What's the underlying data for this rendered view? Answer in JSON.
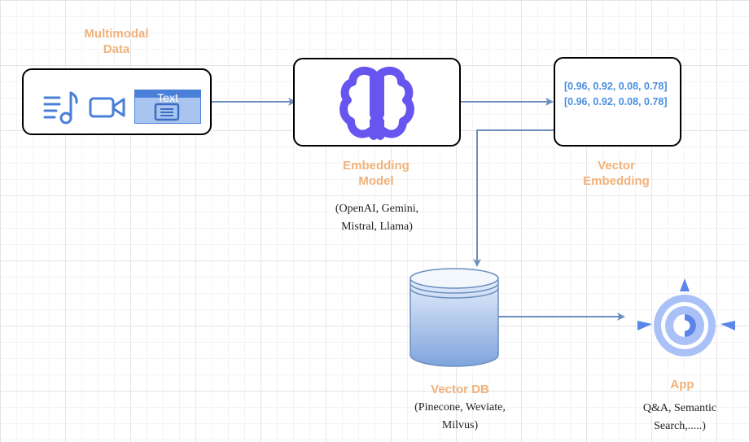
{
  "nodes": {
    "multimodal": {
      "label_line1": "Multimodal",
      "label_line2": "Data",
      "text_icon_label": "Text"
    },
    "embedding_model": {
      "label_line1": "Embedding",
      "label_line2": "Model",
      "note_line1": "(OpenAI, Gemini,",
      "note_line2": "Mistral, Llama)"
    },
    "vector_embedding": {
      "label_line1": "Vector",
      "label_line2": "Embedding",
      "vector_1": "[0.96, 0.92, 0.08, 0.78]",
      "vector_2": "[0.96, 0.92, 0.08, 0.78]"
    },
    "vector_db": {
      "label": "Vector DB",
      "note_line1": "(Pinecone, Weviate,",
      "note_line2": "Milvus)"
    },
    "app": {
      "label": "App",
      "note_line1": "Q&A, Semantic",
      "note_line2": "Search,.....)"
    }
  },
  "icons": [
    "music-list-icon",
    "video-camera-icon",
    "text-document-icon",
    "brain-icon",
    "database-cylinder-icon",
    "app-engine-icon"
  ],
  "colors": {
    "label_orange": "#f0b27a",
    "icon_blue": "#4a7fd8",
    "brain_purple": "#6655ee",
    "arrow": "#6c8ebf",
    "vector_text": "#4a8fe0",
    "app_light": "#a9c1f7",
    "app_dark": "#5b86e8"
  }
}
